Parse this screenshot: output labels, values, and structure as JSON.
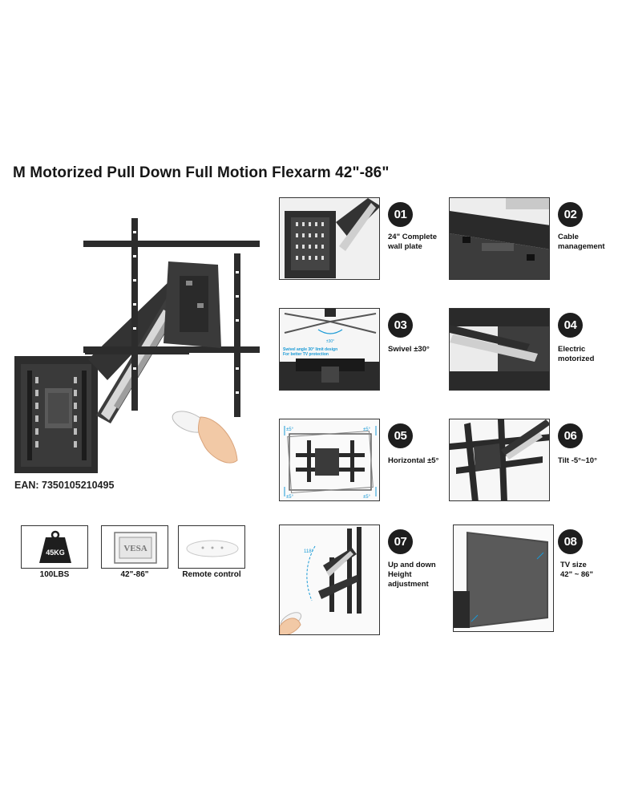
{
  "title": "M Motorized Pull Down Full Motion Flexarm 42\"-86\"",
  "ean": "EAN: 7350105210495",
  "specs": [
    {
      "label": "100LBS",
      "icon_text": "45KG",
      "icon": "weight-icon"
    },
    {
      "label": "42\"-86\"",
      "icon_text": "VESA",
      "icon": "vesa-icon"
    },
    {
      "label": "Remote control",
      "icon": "remote-icon"
    }
  ],
  "features": [
    {
      "num": "01",
      "label": "24\" Complete\nwall plate"
    },
    {
      "num": "02",
      "label": "Cable\nmanagement"
    },
    {
      "num": "03",
      "label": "Swivel ±30°",
      "note_angle": "±30°",
      "note": "Swivel angle 30° limit design\nFor better TV protection"
    },
    {
      "num": "04",
      "label": "Electric\nmotorized"
    },
    {
      "num": "05",
      "label": "Horizontal ±5°",
      "corner": "±5°"
    },
    {
      "num": "06",
      "label": "Tilt -5°~10°"
    },
    {
      "num": "07",
      "label": "Up and down\nHeight\nadjustment",
      "angle": "118°"
    },
    {
      "num": "08",
      "label": "TV size\n42\" ~ 86\""
    }
  ],
  "colors": {
    "accent": "#1a9ad6",
    "dark": "#1e1e1e",
    "metal": "#3a3a3a"
  }
}
